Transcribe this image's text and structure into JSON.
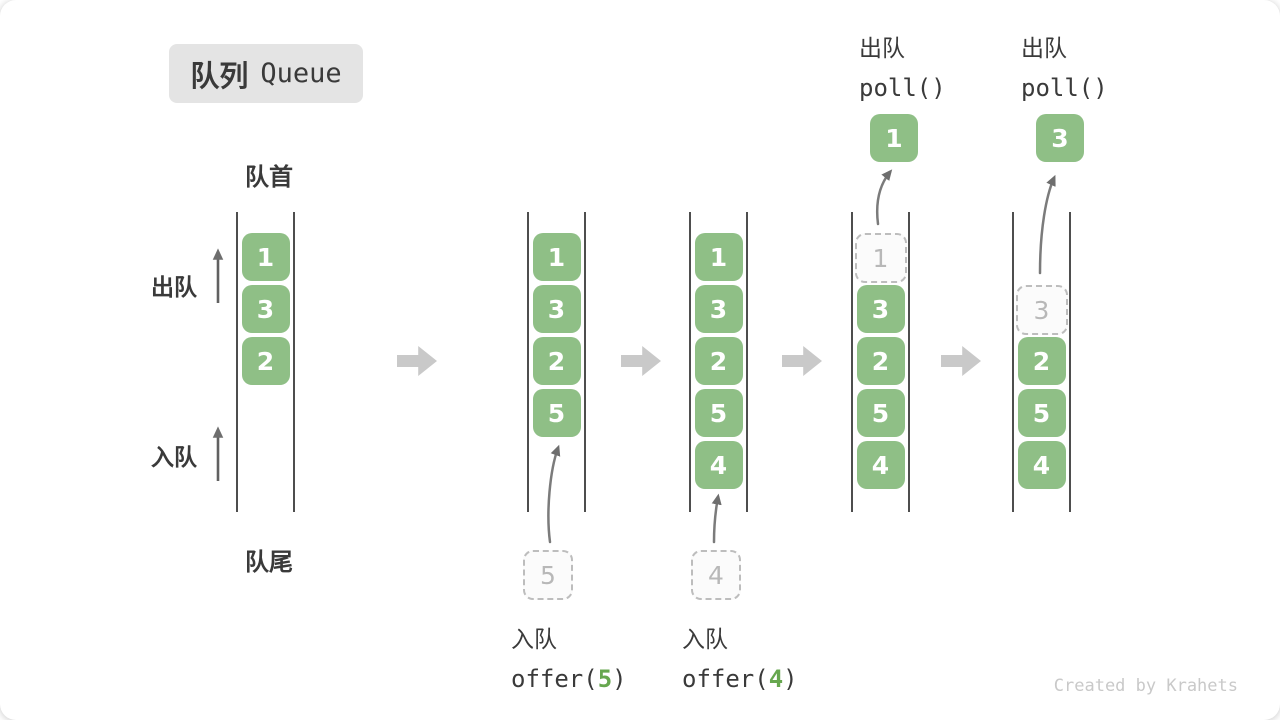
{
  "title": {
    "zh": "队列",
    "en": "Queue"
  },
  "labels": {
    "front": "队首",
    "rear": "队尾",
    "dequeue": "出队",
    "enqueue": "入队"
  },
  "states": [
    {
      "cells": [
        "1",
        "3",
        "2"
      ]
    },
    {
      "cells": [
        "1",
        "3",
        "2",
        "5"
      ],
      "incoming": "5"
    },
    {
      "cells": [
        "1",
        "3",
        "2",
        "5",
        "4"
      ],
      "incoming": "4"
    },
    {
      "removed": "1",
      "cells": [
        "3",
        "2",
        "5",
        "4"
      ],
      "dequeued": "1"
    },
    {
      "removed": "3",
      "cells": [
        "2",
        "5",
        "4"
      ],
      "dequeued": "3"
    }
  ],
  "operations": {
    "enqueue_5": {
      "label": "入队",
      "code_open": "offer(",
      "arg": "5",
      "code_close": ")"
    },
    "enqueue_4": {
      "label": "入队",
      "code_open": "offer(",
      "arg": "4",
      "code_close": ")"
    },
    "dequeue_1": {
      "label": "出队",
      "code": "poll()"
    },
    "dequeue_2": {
      "label": "出队",
      "code": "poll()"
    }
  },
  "watermark": "Created by Krahets",
  "colors": {
    "element_green": "#8FBF86",
    "code_arg_green": "#67A74F",
    "step_arrow_gray": "#C9C9C9",
    "rail_dark": "#4E4E4E",
    "badge_bg": "#E4E4E4",
    "text_dark": "#3A3A3A",
    "ghost_border": "#BDBDBD",
    "ghost_text": "#B8B8B8",
    "watermark_gray": "#C9C9C9"
  }
}
